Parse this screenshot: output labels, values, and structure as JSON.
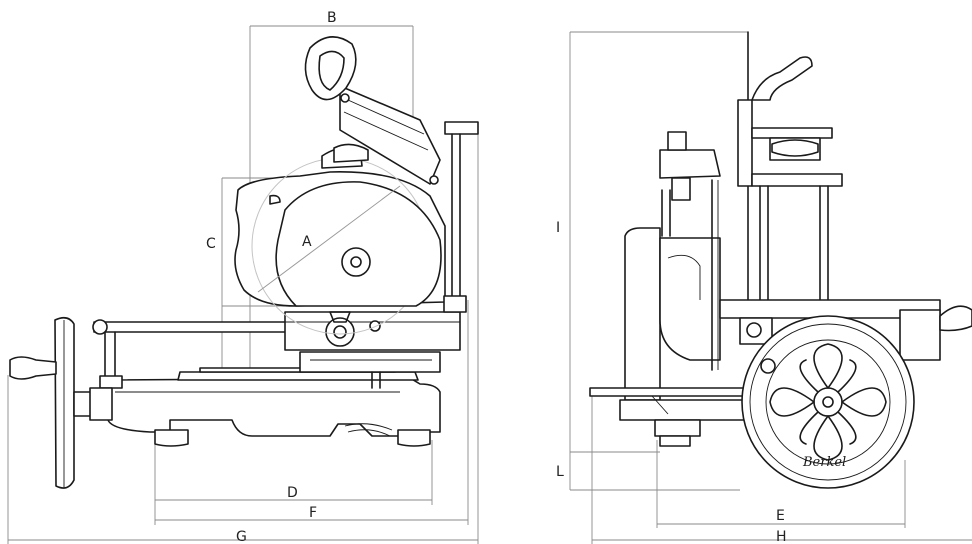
{
  "side_view": {
    "dimension_labels": {
      "a": "A",
      "b": "B",
      "c": "C",
      "d": "D",
      "f": "F",
      "g": "G"
    }
  },
  "front_view": {
    "dimension_labels": {
      "e": "E",
      "h": "H",
      "i": "I",
      "l": "L"
    },
    "brand_script": "Berkel"
  }
}
